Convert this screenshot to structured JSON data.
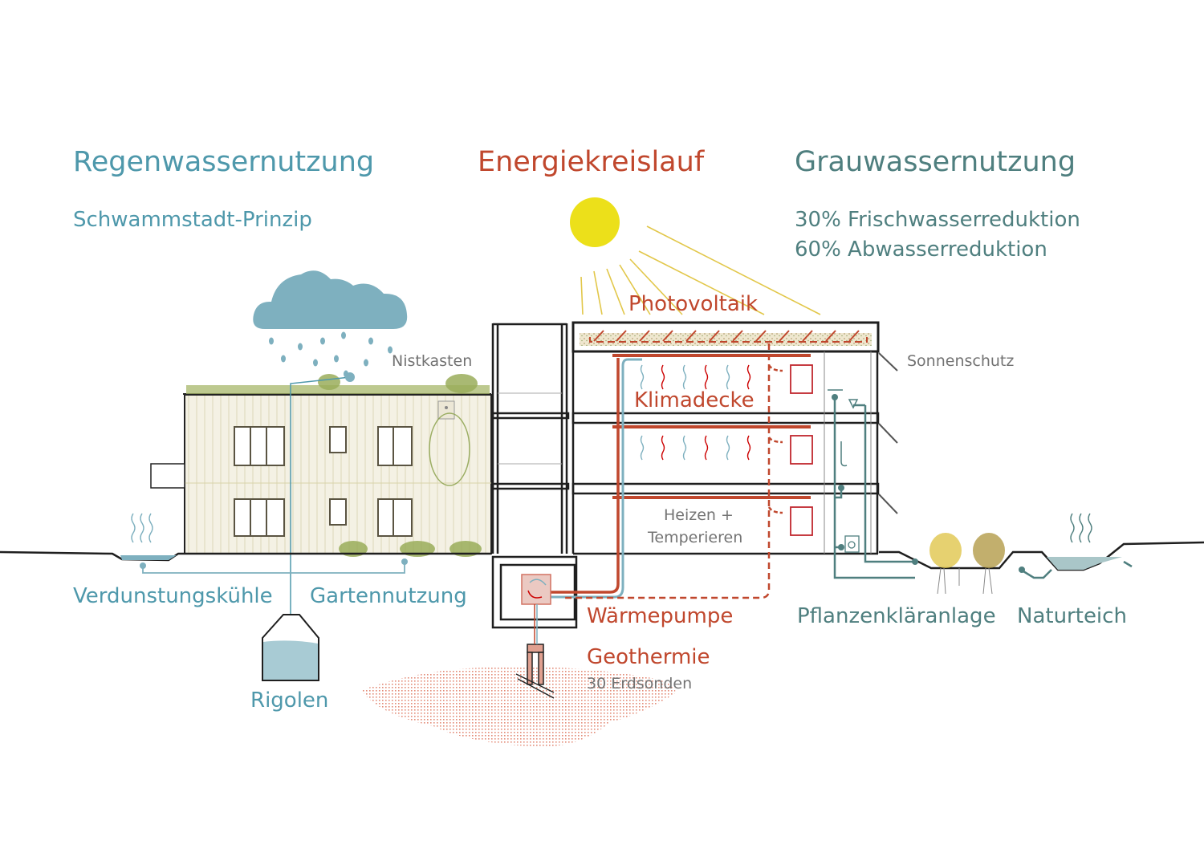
{
  "colors": {
    "rain_blue": "#4e98ab",
    "cloud": "#7eb0bf",
    "grey_water_teal": "#4f7f7f",
    "energy_red": "#c0472d",
    "sun_yellow": "#ece01a",
    "ray_yellow": "#e2c74a",
    "label_gray": "#737373",
    "water_fill": "#a8cbd4",
    "facade": "#f4f1e4"
  },
  "sections": {
    "rain": {
      "title": "Regenwassernutzung",
      "subtitle": "Schwammstadt-Prinzip"
    },
    "energy": {
      "title": "Energiekreislauf"
    },
    "grey": {
      "title": "Grauwassernutzung",
      "lines": [
        "30% Frischwasserreduktion",
        "60% Abwasserreduktion"
      ]
    }
  },
  "labels": {
    "nistkasten": "Nistkasten",
    "photovoltaik": "Photovoltaik",
    "klimadecke": "Klimadecke",
    "sonnenschutz": "Sonnenschutz",
    "heizen": "Heizen +",
    "temperieren": "Temperieren",
    "verdunstung": "Verdunstungskühle",
    "garten": "Gartennutzung",
    "rigolen": "Rigolen",
    "waermepumpe": "Wärmepumpe",
    "geothermie": "Geothermie",
    "erdsonden": "30 Erdsonden",
    "pflanzen": "Pflanzenkläranlage",
    "naturteich": "Naturteich"
  },
  "icons": [
    "sun-icon",
    "cloud-icon",
    "rain-drop-icon",
    "radiator-icon",
    "shower-icon",
    "sink-icon",
    "washing-machine-icon",
    "heat-pump-icon",
    "tank-icon",
    "evaporation-icon",
    "reed-plant-icon"
  ]
}
